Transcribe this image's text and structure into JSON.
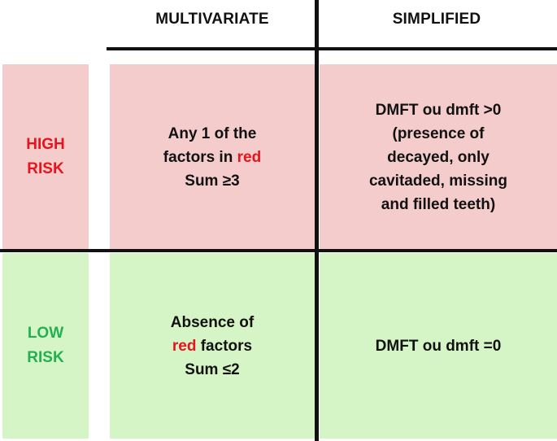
{
  "headers": {
    "multivariate": "MULTIVARIATE",
    "simplified": "SIMPLIFIED"
  },
  "rows": {
    "high": {
      "label_line1": "HIGH",
      "label_line2": "RISK",
      "multivariate": {
        "line1": "Any 1 of the",
        "line2_pre": "factors in ",
        "line2_red": "red",
        "line3": "Sum ≥3"
      },
      "simplified": {
        "line1": "DMFT ou dmft >0",
        "line2": "(presence of",
        "line3": "decayed, only",
        "line4": "cavitaded, missing",
        "line5": "and filled teeth)"
      }
    },
    "low": {
      "label_line1": "LOW",
      "label_line2": "RISK",
      "multivariate": {
        "line1": "Absence of",
        "line2_red": "red",
        "line2_post": " factors",
        "line3": "Sum ≤2"
      },
      "simplified": {
        "line1": "DMFT ou dmft =0"
      }
    }
  },
  "colors": {
    "high_bg": "#f4cccc",
    "low_bg": "#d6f5c6",
    "high_label": "#e8141c",
    "low_label": "#22b050",
    "red_word": "#e8141c",
    "lines": "#111111"
  }
}
